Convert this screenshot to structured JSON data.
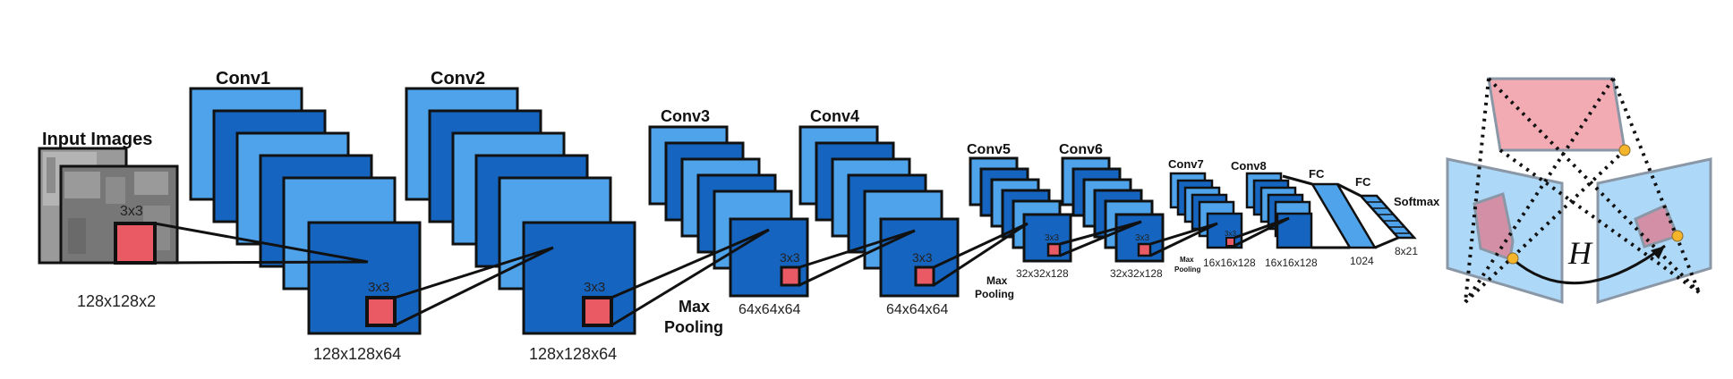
{
  "input": {
    "title": "Input Images",
    "dims": "128x128x2",
    "kernel": "3x3"
  },
  "layers": {
    "conv1": {
      "title": "Conv1",
      "dims": "128x128x64",
      "kernel": "3x3"
    },
    "conv2": {
      "title": "Conv2",
      "dims": "128x128x64",
      "kernel": "3x3"
    },
    "conv3": {
      "title": "Conv3"
    },
    "conv4": {
      "title": "Conv4",
      "dims": "64x64x64",
      "kernel": "3x3"
    },
    "pool1_dims": "64x64x64",
    "conv5": {
      "title": "Conv5"
    },
    "conv6": {
      "title": "Conv6",
      "dims": "32x32x128",
      "kernel": "3x3"
    },
    "pool2_dims": "32x32x128",
    "conv7": {
      "title": "Conv7"
    },
    "conv8": {
      "title": "Conv8",
      "dims": "16x16x128",
      "kernel": "3x3"
    },
    "pool3_dims": "16x16x128",
    "fc1": {
      "title": "FC",
      "dims": "1024"
    },
    "fc2": {
      "title": "FC"
    },
    "softmax": {
      "title": "Softmax",
      "dims": "8x21"
    }
  },
  "pooling": {
    "pool1": [
      "Max",
      "Pooling"
    ],
    "pool2": [
      "Max",
      "Pooling"
    ],
    "pool3": [
      "Max",
      "Pooling"
    ]
  },
  "homography": {
    "symbol": "H"
  },
  "colors": {
    "light": "#4fa3ea",
    "dark": "#1565c0",
    "kernel": "#e95a64",
    "photo": "#7b7b7b",
    "pink": "#f2aab3",
    "panel": "#aed8f7",
    "panel_stroke": "#8a97a6",
    "corner": "#f5b52a"
  }
}
